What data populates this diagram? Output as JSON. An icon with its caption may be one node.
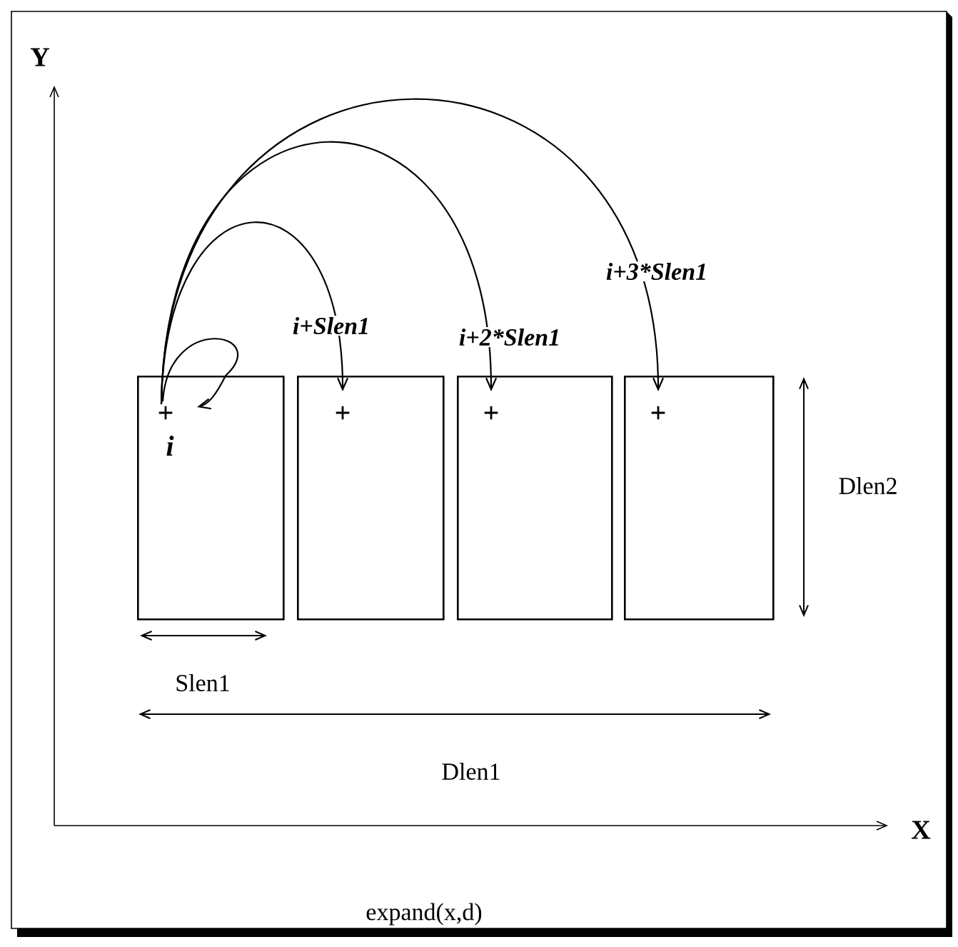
{
  "diagram": {
    "caption": "expand(x,d)",
    "nodes": [
      {
        "text": [
          "+",
          "i"
        ]
      },
      {
        "text": [
          "+"
        ]
      },
      {
        "text": [
          "+"
        ]
      },
      {
        "text": [
          "+"
        ]
      }
    ],
    "edges": [
      {
        "from": 0,
        "to": 0,
        "arrow": "to"
      },
      {
        "from": 0,
        "to": 1,
        "arrow": "to",
        "label": "i+Slen1"
      },
      {
        "from": 0,
        "to": 2,
        "arrow": "to",
        "label": "i+2*Slen1"
      },
      {
        "from": 0,
        "to": 3,
        "arrow": "to",
        "label": "i+3*Slen1"
      }
    ],
    "labels": [
      "Y",
      "Dlen2",
      "Slen1",
      "Dlen1",
      "X"
    ]
  }
}
